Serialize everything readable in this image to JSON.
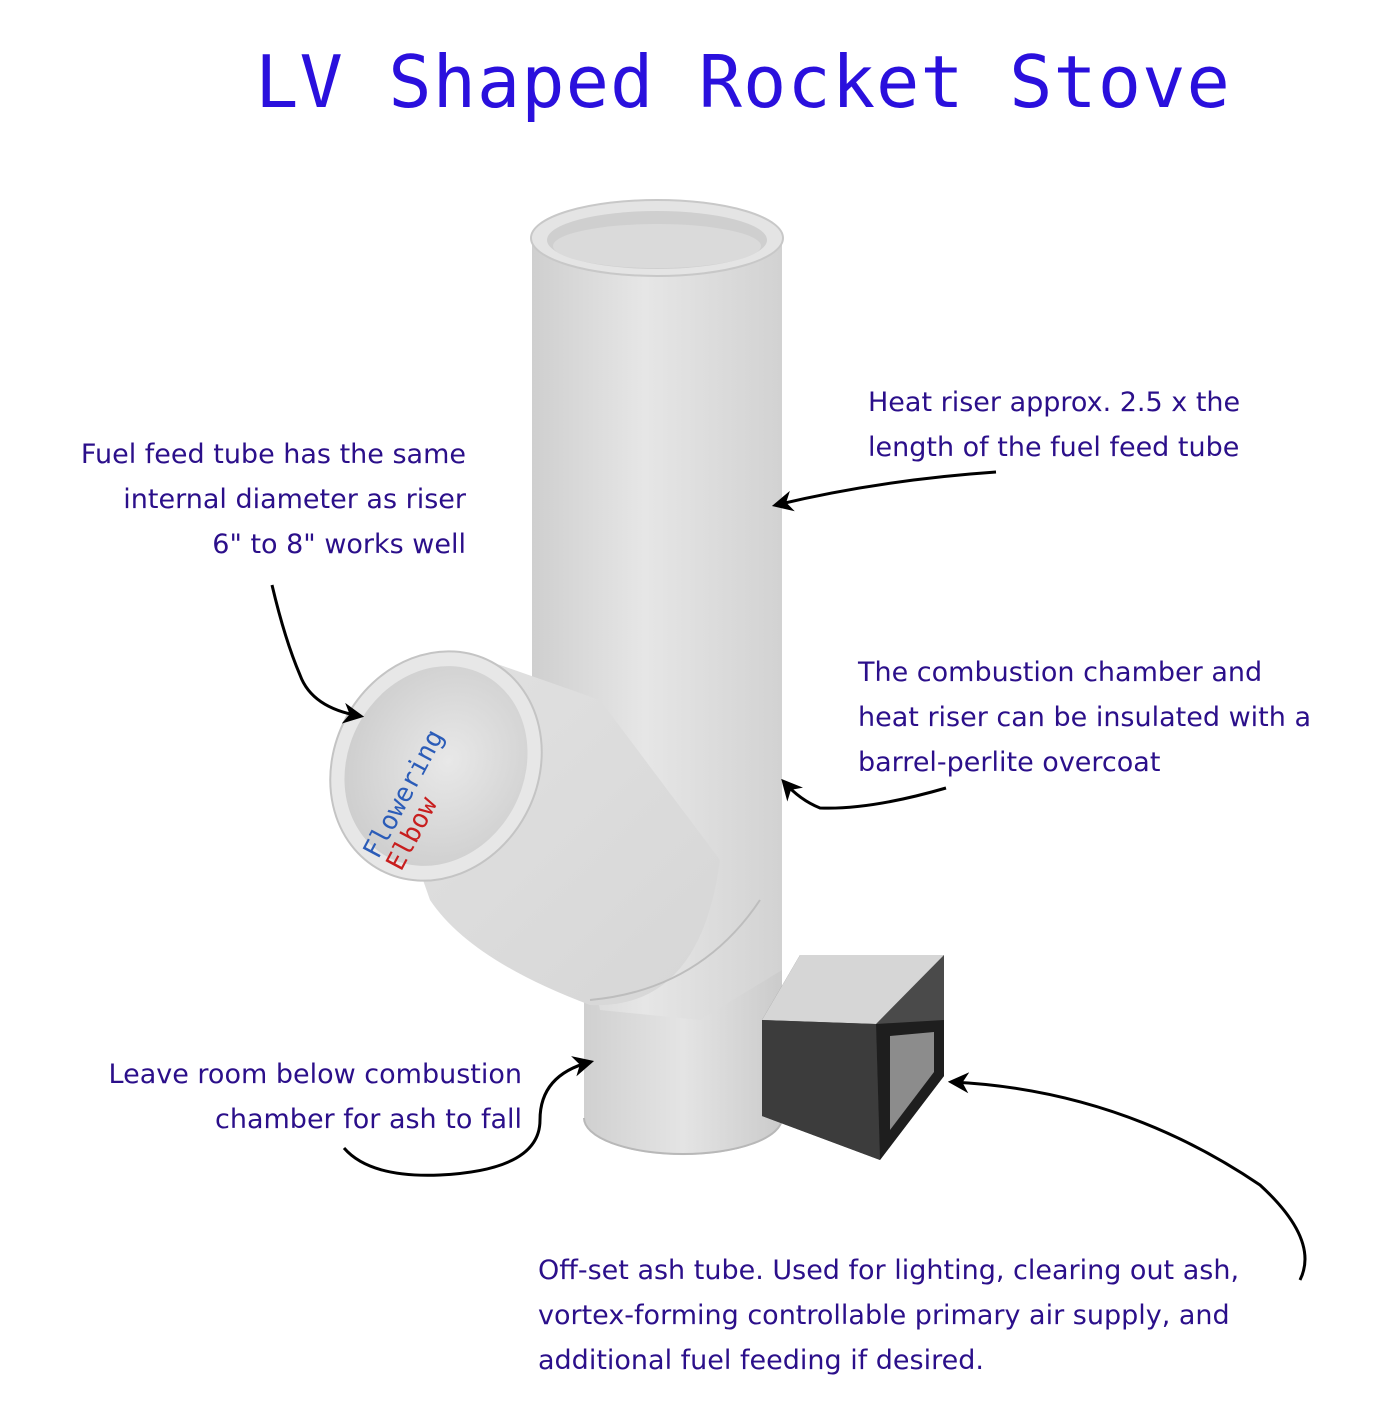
{
  "title": "LV Shaped Rocket Stove",
  "annotations": {
    "fuel_feed": "Fuel feed tube has the same\ninternal diameter as riser\n6\" to 8\" works well",
    "heat_riser": "Heat riser approx. 2.5 x the\nlength of the fuel feed tube",
    "insulation": "The combustion chamber and\nheat riser can be insulated with a\nbarrel-perlite overcoat",
    "ash_room": "Leave room below combustion\nchamber for ash to fall",
    "ash_tube": "Off-set ash tube. Used for lighting, clearing out ash,\nvortex-forming controllable primary air supply, and\nadditional fuel feeding if desired."
  },
  "logo": {
    "line1": "Flowering",
    "line2": "Elbow"
  },
  "colors": {
    "title": "#2a10dd",
    "text": "#2b0f8a",
    "pipe": "#dcdcdc",
    "ash_tube": "#454545"
  }
}
